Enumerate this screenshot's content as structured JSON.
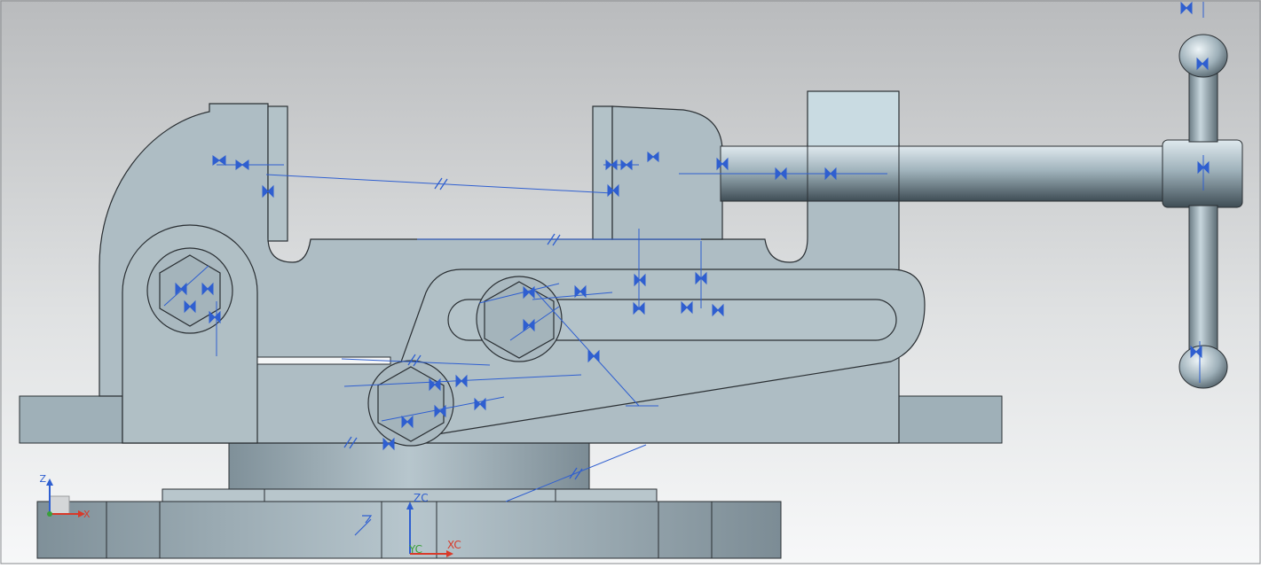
{
  "viewport": {
    "background_top": "#bdbfc1",
    "background_bottom": "#f6f7f8"
  },
  "colors": {
    "part_fill": "#aebdc4",
    "part_outline": "#2a2f33",
    "constraint_blue": "#2f5fd0",
    "axis_x": "#d83a2a",
    "axis_y": "#3aa03a",
    "axis_z": "#2f5fd0"
  },
  "triad_absolute": {
    "x_label": "X",
    "z_label": "Z"
  },
  "triad_work": {
    "xc_label": "XC",
    "yc_label": "YC",
    "zc_label": "ZC"
  },
  "icons": [
    "coordinate-triad-icon",
    "work-csys-triad-icon",
    "parallel-constraint-icon",
    "symmetric-constraint-icon",
    "angle-constraint-icon"
  ]
}
